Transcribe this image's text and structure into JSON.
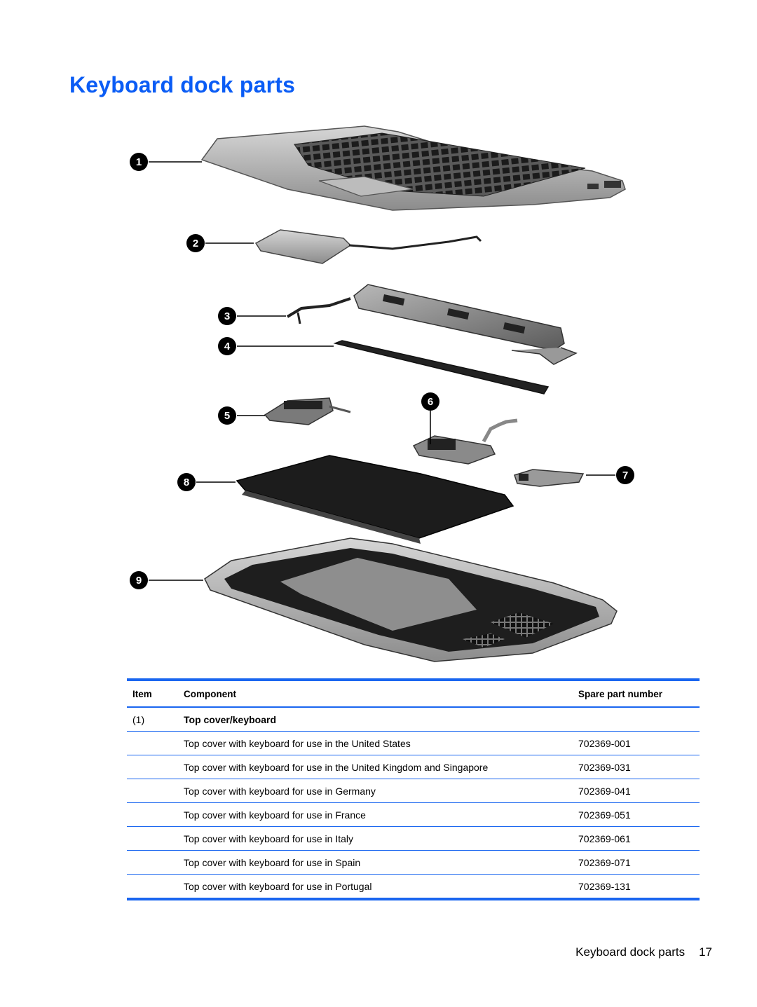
{
  "title": "Keyboard dock parts",
  "figure": {
    "callouts": [
      "1",
      "2",
      "3",
      "4",
      "5",
      "6",
      "7",
      "8",
      "9"
    ]
  },
  "table": {
    "headers": {
      "item": "Item",
      "component": "Component",
      "spare": "Spare part number"
    },
    "group": {
      "item": "(1)",
      "component": "Top cover/keyboard"
    },
    "rows": [
      {
        "component": "Top cover with keyboard for use in the United States",
        "spare": "702369-001"
      },
      {
        "component": "Top cover with keyboard for use in the United Kingdom and Singapore",
        "spare": "702369-031"
      },
      {
        "component": "Top cover with keyboard for use in Germany",
        "spare": "702369-041"
      },
      {
        "component": "Top cover with keyboard for use in France",
        "spare": "702369-051"
      },
      {
        "component": "Top cover with keyboard for use in Italy",
        "spare": "702369-061"
      },
      {
        "component": "Top cover with keyboard for use in Spain",
        "spare": "702369-071"
      },
      {
        "component": "Top cover with keyboard for use in Portugal",
        "spare": "702369-131"
      }
    ]
  },
  "footer": {
    "text": "Keyboard dock parts",
    "page": "17"
  },
  "colors": {
    "title": "#0a5cf5",
    "rule": "#1a66f0"
  }
}
